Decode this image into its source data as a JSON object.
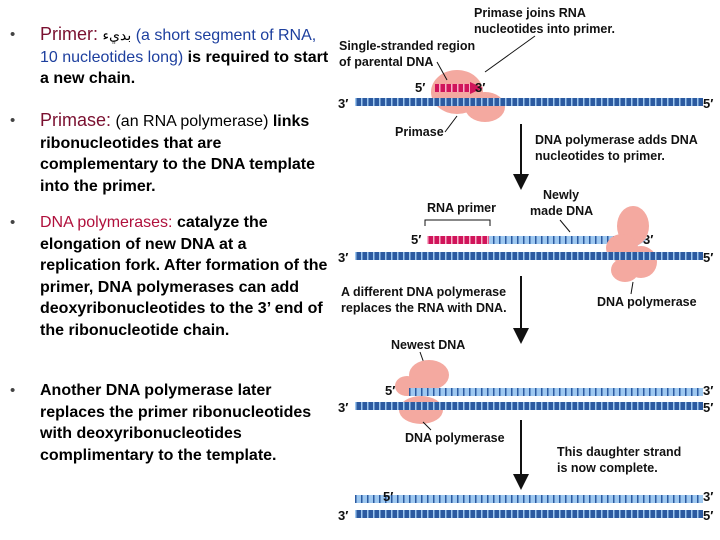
{
  "bullets": [
    {
      "term": "Primer:",
      "arabic": "بديء",
      "desc": "(a short segment of RNA, 10 nucleotides long)",
      "rest": " is required to start a new chain."
    },
    {
      "term": "Primase:",
      "desc": " (an RNA polymerase)",
      "rest": " links ribonucleotides that are complementary to the DNA template into the primer."
    },
    {
      "term": "DNA polymerases:",
      "rest": " catalyze the elongation of new DNA at a replication fork. After formation of the primer, DNA polymerases can add deoxyribonucleotides to the 3’ end of the ribonucleotide chain."
    },
    {
      "text": "Another DNA polymerase later replaces the primer ribonucleotides with deoxyribonucleotides complimentary to the template."
    }
  ],
  "diagram": {
    "primase_joins_1": "Primase joins RNA",
    "primase_joins_2": "nucleotides into primer.",
    "single_strand_1": "Single-stranded region",
    "single_strand_2": "of parental DNA",
    "primase": "Primase",
    "dnapol_adds_1": "DNA polymerase adds DNA",
    "dnapol_adds_2": "nucleotides to primer.",
    "newly_1": "Newly",
    "newly_2": "made DNA",
    "rna_primer": "RNA primer",
    "different_pol_1": "A different DNA polymerase",
    "different_pol_2": "replaces the RNA with DNA.",
    "dna_polymerase_1": "DNA polymerase",
    "newest_dna": "Newest DNA",
    "dna_polymerase_2": "DNA polymerase",
    "complete_1": "This daughter strand",
    "complete_2": "is now complete.",
    "prime5": "5′",
    "prime3": "3′"
  },
  "colors": {
    "template_strand": "#2c5aa0",
    "new_dna": "#9ec8f0",
    "rna_primer": "#d0145a",
    "enzyme": "#f4a9a0",
    "arrow": "#111111"
  }
}
